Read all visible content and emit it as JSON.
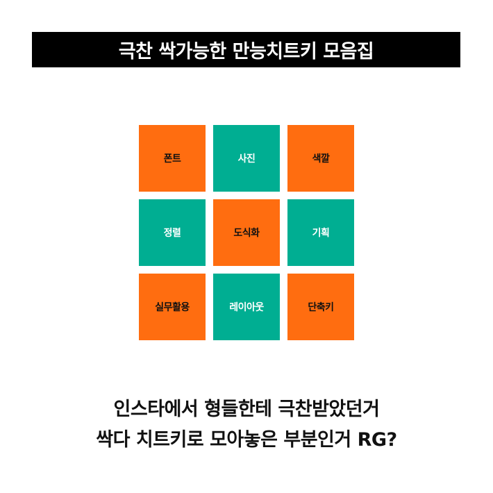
{
  "header": {
    "title": "극찬 싹가능한 만능치트키 모음집"
  },
  "grid": {
    "colors": {
      "orange": "#ff6d10",
      "teal": "#00ae92"
    },
    "tiles": [
      {
        "label": "폰트",
        "color": "orange"
      },
      {
        "label": "사진",
        "color": "teal"
      },
      {
        "label": "색깔",
        "color": "orange"
      },
      {
        "label": "정렬",
        "color": "teal"
      },
      {
        "label": "도식화",
        "color": "orange"
      },
      {
        "label": "기획",
        "color": "teal"
      },
      {
        "label": "실무활용",
        "color": "orange"
      },
      {
        "label": "레이아웃",
        "color": "teal"
      },
      {
        "label": "단축키",
        "color": "orange"
      }
    ]
  },
  "caption": {
    "line1": "인스타에서 형들한테 극찬받았던거",
    "line2": "싹다 치트키로 모아놓은 부분인거 RG?"
  }
}
